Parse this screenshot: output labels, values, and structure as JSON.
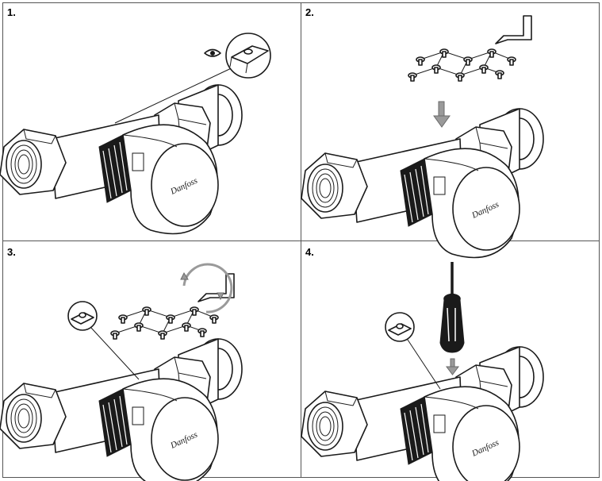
{
  "steps": [
    {
      "label": "1."
    },
    {
      "label": "2."
    },
    {
      "label": "3."
    },
    {
      "label": "4."
    }
  ],
  "brand_logo_text": "Danfoss",
  "icons": {
    "step1": [
      "eye-icon",
      "magnifier-detail-icon"
    ],
    "step2": [
      "key-sprue-icon",
      "downward-arrow-icon"
    ],
    "step3": [
      "key-sprue-icon",
      "rotate-arrow-icon",
      "magnifier-detail-icon"
    ],
    "step4": [
      "screwdriver-icon",
      "downward-arrow-icon",
      "magnifier-detail-icon"
    ]
  }
}
